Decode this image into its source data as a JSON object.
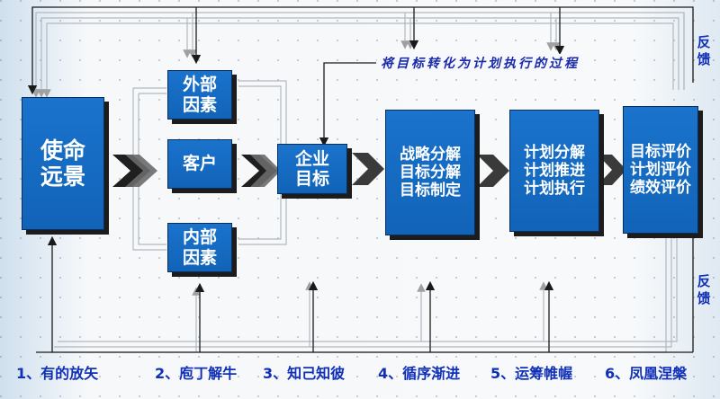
{
  "boxes": {
    "vision": "使命\n远景",
    "external": "外部\n因素",
    "customer": "客户",
    "internal": "内部\n因素",
    "goal": "企业\n目标",
    "strategy": "战略分解\n目标分解\n目标制定",
    "plan": "计划分解\n计划推进\n计划执行",
    "evaluation": "目标评价\n计划评价\n绩效评价"
  },
  "banner": "将目标转化为计划执行的过程",
  "feedback_top": "反\n馈",
  "feedback_bottom": "反\n馈",
  "labels": [
    "1、有的放矢",
    "2、庖丁解牛",
    "3、知己知彼",
    "4、循序渐进",
    "5、运筹帷幄",
    "6、凤凰涅槃"
  ],
  "colors": {
    "box_fill": "#1468c2",
    "text_blue": "#1130b8",
    "shadow": "#1c1c1c",
    "line_gray": "#9aa3ab"
  }
}
